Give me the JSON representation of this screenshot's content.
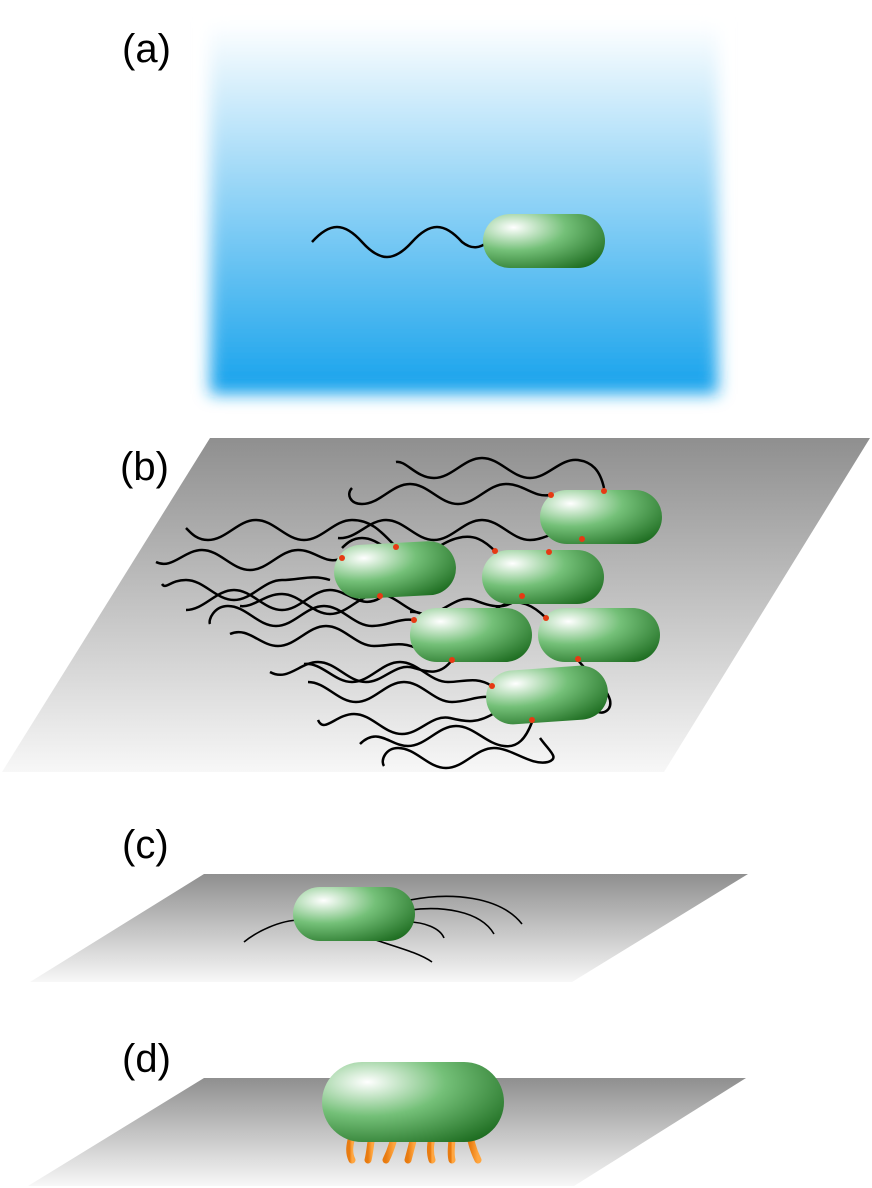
{
  "panels": [
    {
      "id": "a",
      "label": "(a)"
    },
    {
      "id": "b",
      "label": "(b)"
    },
    {
      "id": "c",
      "label": "(c)"
    },
    {
      "id": "d",
      "label": "(d)"
    }
  ],
  "colors": {
    "water_top": "#ffffff",
    "water_bottom": "#16a2ec",
    "surface_dark": "#8f8f8f",
    "surface_light": "#f7f7f7",
    "cell_light": "#ffffff",
    "cell_mid": "#6abb6c",
    "cell_dark": "#1d6c20",
    "flagellum": "#000000",
    "motor": "#e63a14",
    "pili": "#f08a1e"
  },
  "icons": {
    "cell": "rod-bacterium-icon",
    "flagellum": "wavy-flagellum-icon",
    "pilus": "pilus-appendage-icon"
  }
}
